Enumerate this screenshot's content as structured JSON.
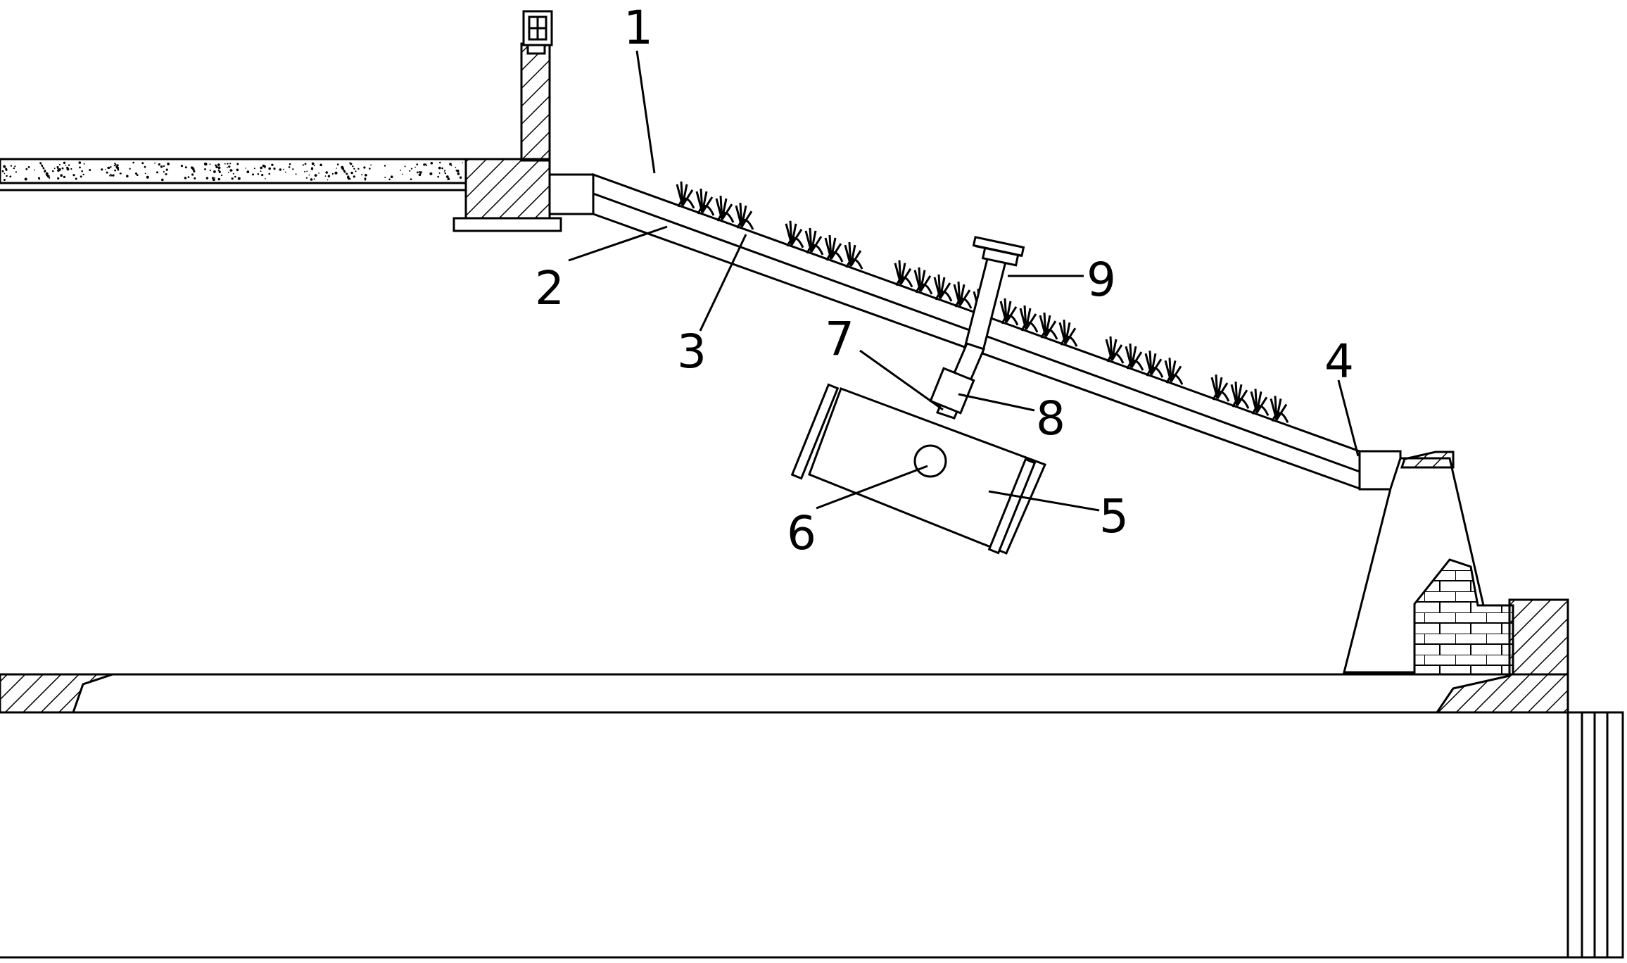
{
  "figure": {
    "callouts": [
      {
        "id": "label-1",
        "text": "1"
      },
      {
        "id": "label-2",
        "text": "2"
      },
      {
        "id": "label-3",
        "text": "3"
      },
      {
        "id": "label-4",
        "text": "4"
      },
      {
        "id": "label-5",
        "text": "5"
      },
      {
        "id": "label-6",
        "text": "6"
      },
      {
        "id": "label-7",
        "text": "7"
      },
      {
        "id": "label-8",
        "text": "8"
      },
      {
        "id": "label-9",
        "text": "9"
      }
    ],
    "colors": {
      "line": "#000000",
      "background": "#ffffff"
    }
  }
}
